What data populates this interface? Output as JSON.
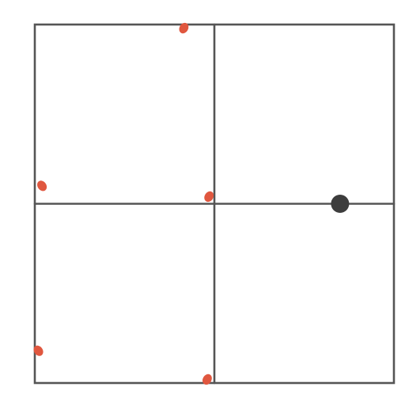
{
  "board": {
    "line_color": "#555555",
    "player_color": "#3d3d3d",
    "marker_color": "#e0573f",
    "player": {
      "col": 1.7,
      "row": 1.0,
      "shape": "black-dot"
    },
    "markers": [
      {
        "col": 0.83,
        "row": 0.02,
        "shape": "red-dot"
      },
      {
        "col": 0.04,
        "row": 0.9,
        "shape": "red-dot"
      },
      {
        "col": 0.97,
        "row": 0.96,
        "shape": "red-dot"
      },
      {
        "col": 0.02,
        "row": 1.82,
        "shape": "red-dot"
      },
      {
        "col": 0.96,
        "row": 1.98,
        "shape": "red-dot"
      }
    ]
  }
}
